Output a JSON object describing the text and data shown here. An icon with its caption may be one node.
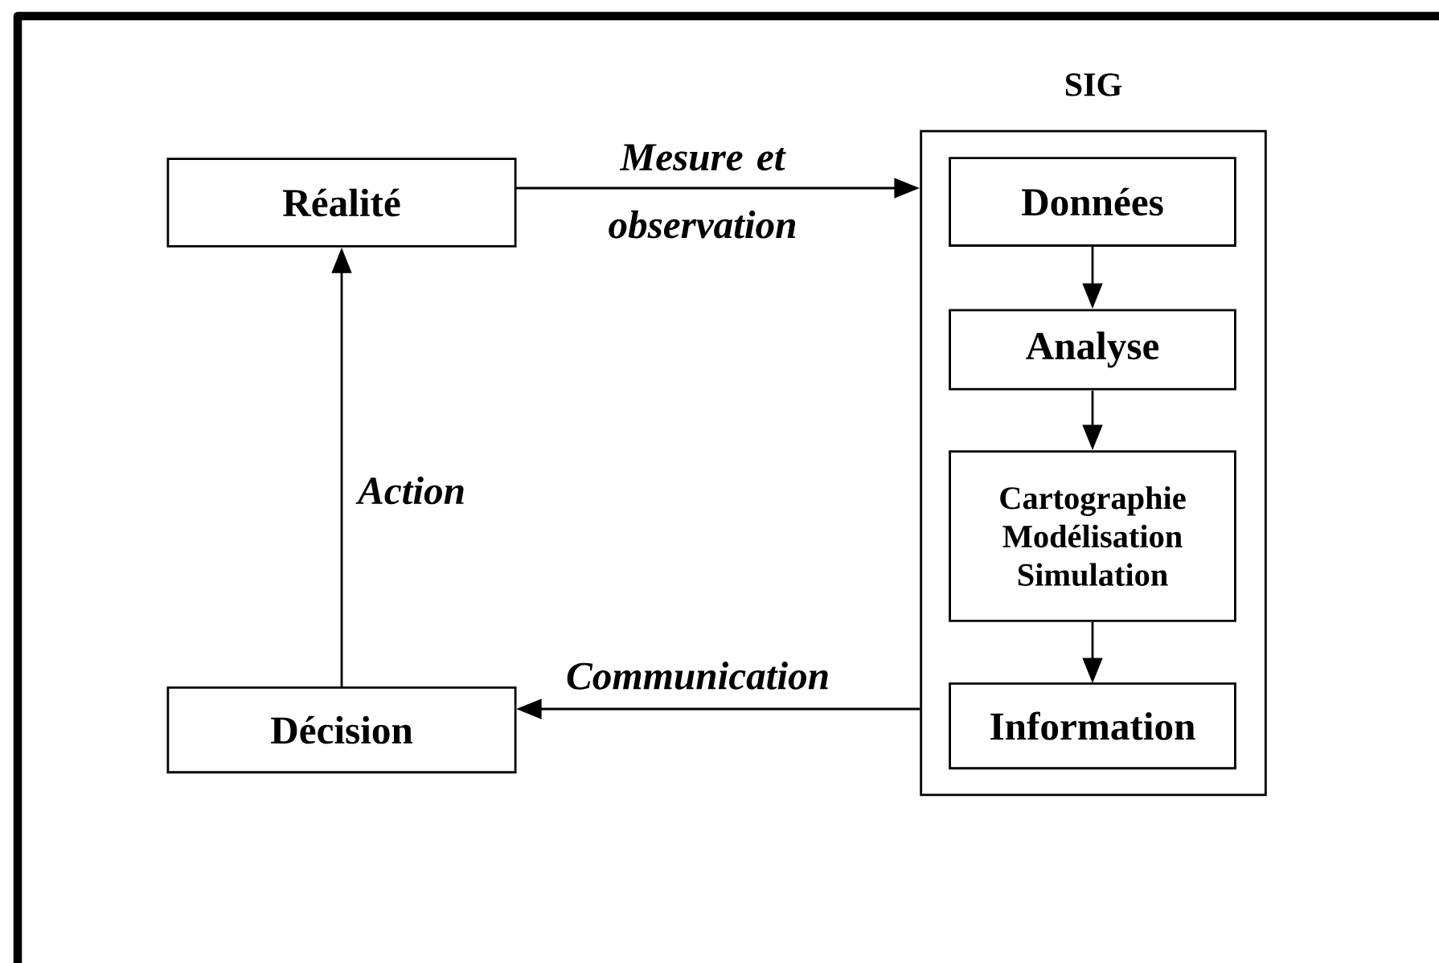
{
  "diagram": {
    "nodes": [
      {
        "text": [
          "Réalité"
        ]
      },
      {
        "text": [
          "SIG"
        ]
      },
      {
        "text": [
          "Données"
        ],
        "in": 1
      },
      {
        "text": [
          "Analyse"
        ],
        "in": 1
      },
      {
        "text": [
          "Cartographie Modélisation Simulation"
        ],
        "in": 1
      },
      {
        "text": [
          "Information"
        ],
        "in": 1
      },
      {
        "text": [
          "Décision"
        ]
      }
    ],
    "edges": [
      {
        "from": 0,
        "to": 1,
        "arrow": "to",
        "label": "Mesure et observation"
      },
      {
        "from": 2,
        "to": 3,
        "arrow": "to"
      },
      {
        "from": 3,
        "to": 4,
        "arrow": "to"
      },
      {
        "from": 4,
        "to": 5,
        "arrow": "to"
      },
      {
        "from": 1,
        "to": 6,
        "arrow": "to",
        "label": "Communication"
      },
      {
        "from": 6,
        "to": 0,
        "arrow": "to",
        "label": "Action"
      }
    ]
  }
}
